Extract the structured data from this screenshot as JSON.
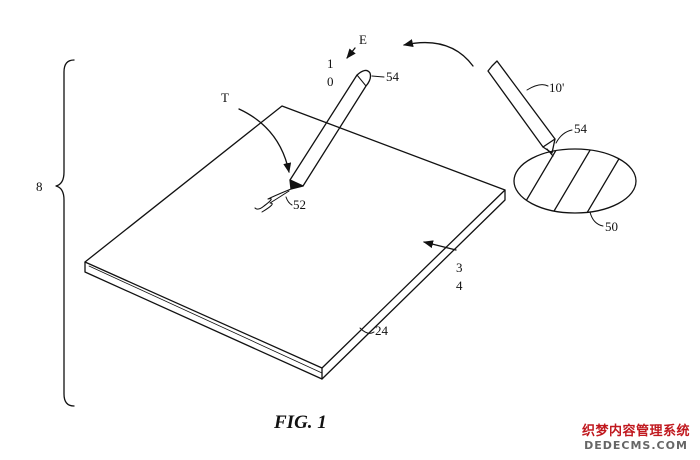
{
  "labels": {
    "l8": "8",
    "lT": "T",
    "lE": "E",
    "l1": "1",
    "l0": "0",
    "l54a": "54",
    "l52": "52",
    "l10p": "10'",
    "l54b": "54",
    "l50": "50",
    "l3": "3",
    "l4": "4",
    "l24": "24"
  },
  "caption": "FIG. 1",
  "watermark": {
    "cn": "织梦内容管理系统",
    "en": "DEDECMS.COM",
    "cn_color": "#c0181e",
    "en_color": "#666666"
  },
  "colors": {
    "line": "#111111",
    "background": "#ffffff"
  }
}
